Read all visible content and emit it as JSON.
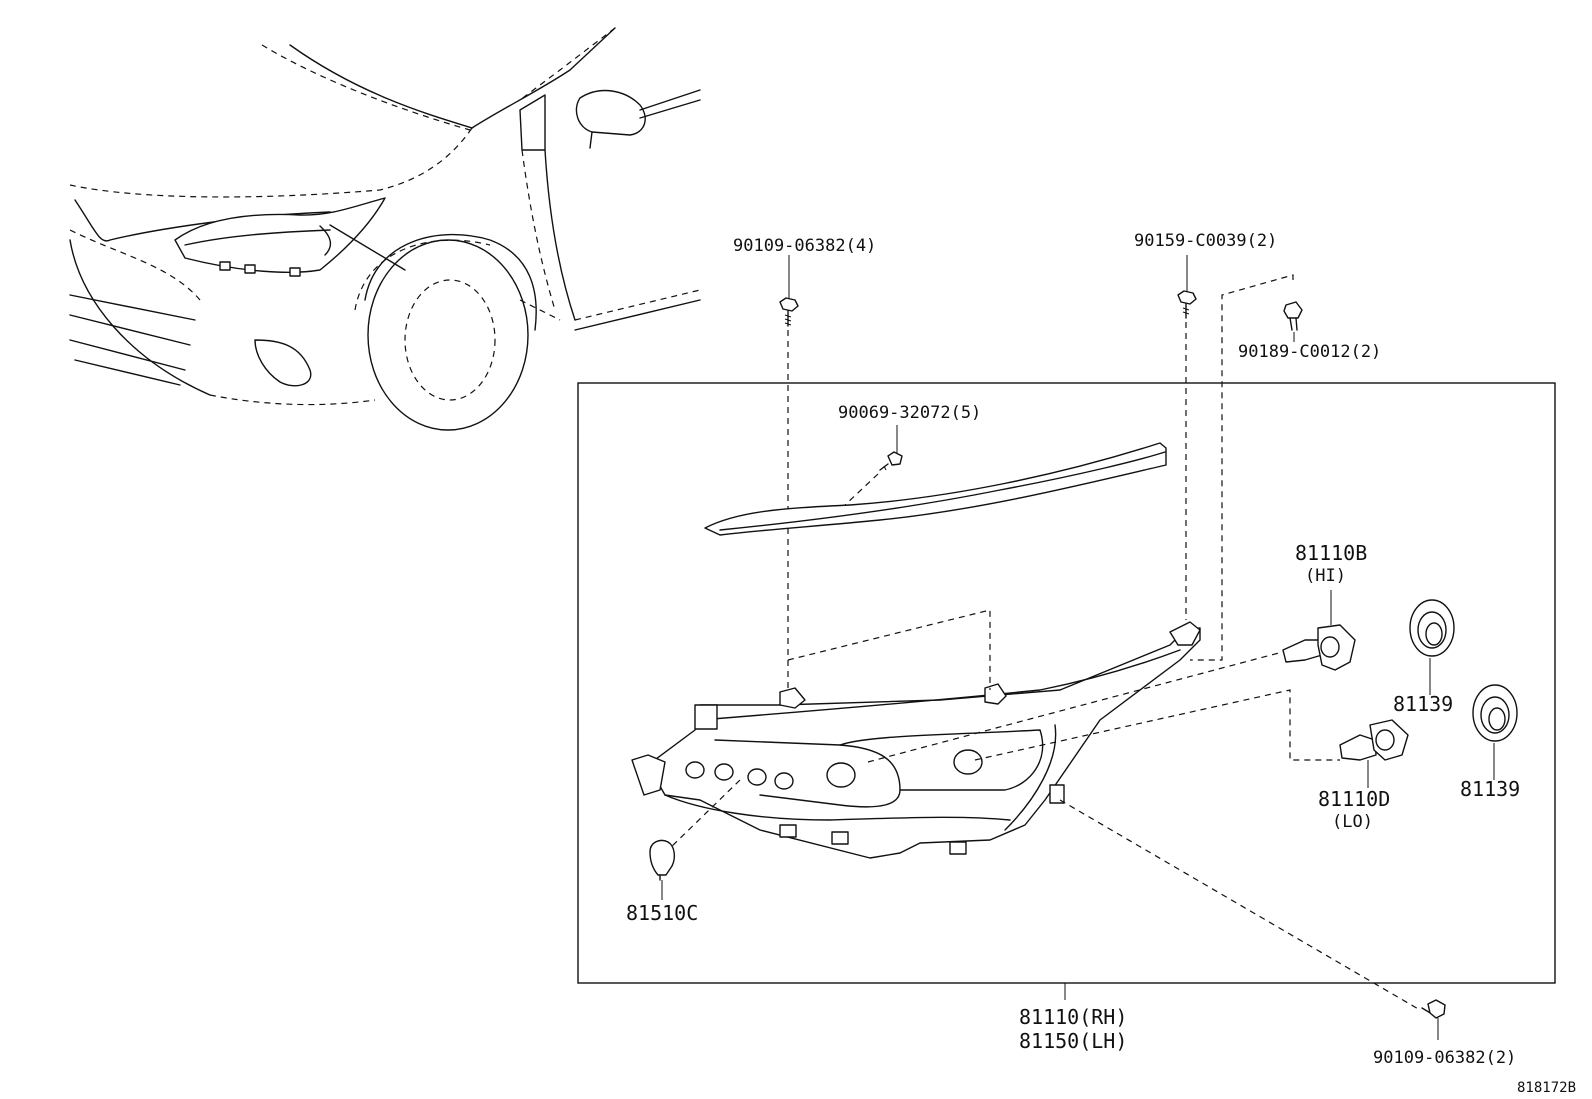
{
  "callouts": {
    "bolt_top_left": "90109-06382(4)",
    "bolt_top_right": "90159-C0039(2)",
    "clip_right": "90189-C0012(2)",
    "screw_garnish": "90069-32072(5)",
    "bulb_hi_part": "81110B",
    "bulb_hi_tag": "(HI)",
    "cap_upper": "81139",
    "cap_lower": "81139",
    "bulb_lo_part": "81110D",
    "bulb_lo_tag": "(LO)",
    "bulb_side": "81510C",
    "assy_rh": "81110(RH)",
    "assy_lh": "81150(LH)",
    "bolt_bottom": "90109-06382(2)"
  },
  "diagram_id": "818172B"
}
